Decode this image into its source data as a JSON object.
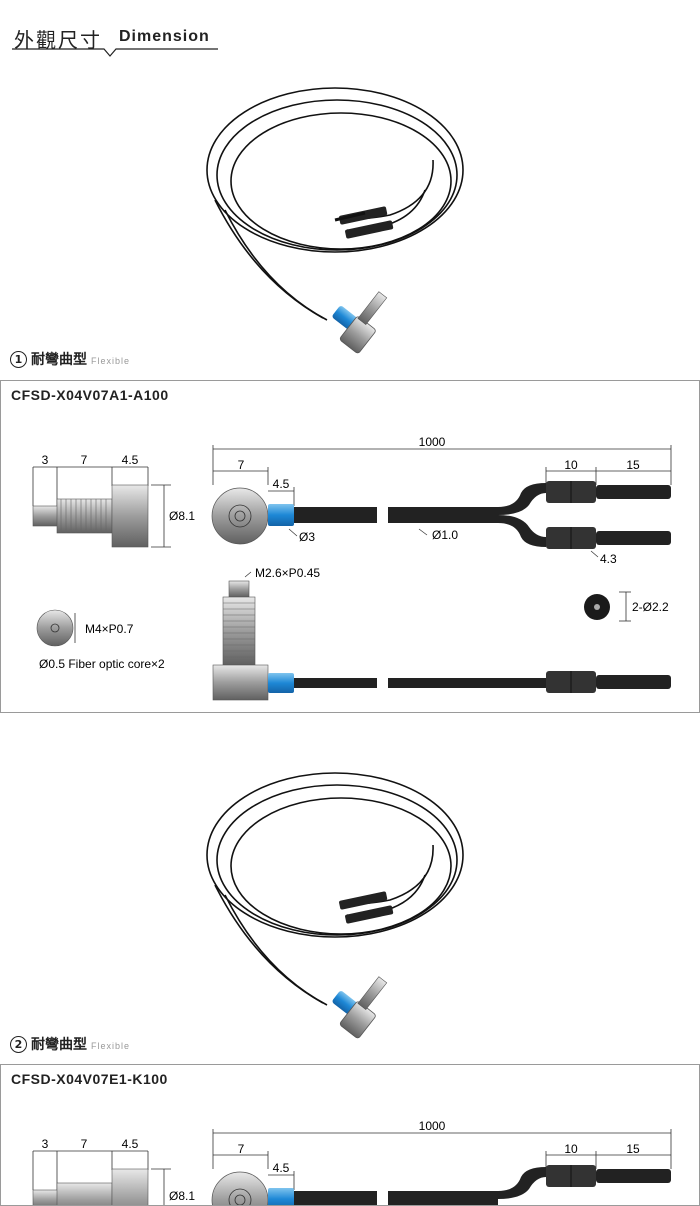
{
  "header": {
    "title_zh": "外觀尺寸",
    "title_en": "Dimension"
  },
  "sections": [
    {
      "num": "1",
      "title_zh": "耐彎曲型",
      "title_en": "Flexible",
      "model": "CFSD-X04V07A1-A100",
      "dims": {
        "thread_len": "3",
        "body_len": "7",
        "nut_len": "4.5",
        "nut_dia": "Ø8.1",
        "head_len": "7",
        "sleeve_len": "4.5",
        "total_len": "1000",
        "tip_len_a": "10",
        "tip_len_b": "15",
        "sleeve_dia": "Ø3",
        "fiber_dia": "Ø1.0",
        "tip_dia": "4.3",
        "thread_spec": "M2.6×P0.45",
        "end_dia": "2-Ø2.2",
        "nut_thread": "M4×P0.7",
        "core": "Ø0.5 Fiber optic core×2"
      }
    },
    {
      "num": "2",
      "title_zh": "耐彎曲型",
      "title_en": "Flexible",
      "model": "CFSD-X04V07E1-K100",
      "dims": {
        "thread_len": "3",
        "body_len": "7",
        "nut_len": "4.5",
        "nut_dia": "Ø8.1",
        "head_len": "7",
        "sleeve_len": "4.5",
        "total_len": "1000",
        "tip_len_a": "10",
        "tip_len_b": "15"
      }
    }
  ]
}
